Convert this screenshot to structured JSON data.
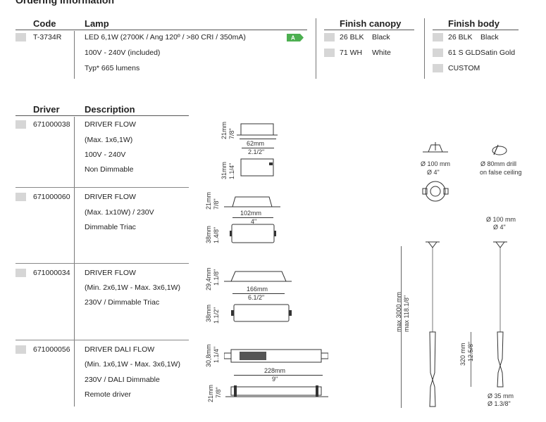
{
  "title": "Ordering information",
  "lamp_table": {
    "code_header": "Code",
    "lamp_header": "Lamp",
    "code": "T-3734R",
    "lines": [
      "LED 6,1W (2700K / Ang 120º / >80 CRI / 350mA)",
      "100V - 240V (included)",
      "Typ* 665 lumens"
    ],
    "energy_class": "A"
  },
  "finish_canopy": {
    "header": "Finish canopy",
    "options": [
      {
        "code": "26 BLK",
        "name": "Black"
      },
      {
        "code": "71 WH",
        "name": "White"
      }
    ]
  },
  "finish_body": {
    "header": "Finish body",
    "options": [
      {
        "code": "26 BLK",
        "name": "Black"
      },
      {
        "code": "61 S GLD",
        "name": "Satin Gold"
      },
      {
        "code": "CUSTOM",
        "name": ""
      }
    ]
  },
  "driver_table": {
    "driver_header": "Driver",
    "desc_header": "Description",
    "drivers": [
      {
        "code": "671000038",
        "lines": [
          "DRIVER FLOW",
          "(Max. 1x6,1W)",
          "100V - 240V",
          "Non Dimmable"
        ],
        "dims": {
          "w_mm": "62mm",
          "w_in": "2.1/2\"",
          "h1_mm": "21mm",
          "h1_in": "7/8\"",
          "h2_mm": "31mm",
          "h2_in": "1.1/4\""
        }
      },
      {
        "code": "671000060",
        "lines": [
          "DRIVER FLOW",
          "(Max. 1x10W) / 230V",
          "Dimmable Triac"
        ],
        "dims": {
          "w_mm": "102mm",
          "w_in": "4\"",
          "h1_mm": "21mm",
          "h1_in": "7/8\"",
          "h2_mm": "38mm",
          "h2_in": "1.4/8\""
        }
      },
      {
        "code": "671000034",
        "lines": [
          "DRIVER FLOW",
          "(Min. 2x6,1W - Max. 3x6,1W)",
          "230V / Dimmable Triac"
        ],
        "dims": {
          "w_mm": "166mm",
          "w_in": "6.1/2\"",
          "h1_mm": "29,4mm",
          "h1_in": "1.1/8\"",
          "h2_mm": "38mm",
          "h2_in": "1.1/2\""
        }
      },
      {
        "code": "671000056",
        "lines": [
          "DRIVER DALI FLOW",
          "(Min. 1x6,1W - Max. 3x6,1W)",
          "230V / DALI Dimmable",
          "Remote driver"
        ],
        "dims": {
          "w_mm": "228mm",
          "w_in": "9\"",
          "h1_mm": "30,8mm",
          "h1_in": "1.1/4\"",
          "h2_mm": "21mm",
          "h2_in": "7/8\""
        }
      }
    ]
  },
  "product_dims": {
    "canopy_mm": "Ø 100 mm",
    "canopy_in": "Ø 4\"",
    "drill": "Ø 80mm drill",
    "drill_note": "on false ceiling",
    "canopy2_mm": "Ø 100 mm",
    "canopy2_in": "Ø 4\"",
    "cable_mm": "max 3000 mm",
    "cable_in": "max 118.1/8\"",
    "body_mm": "320 mm",
    "body_in": "12.5/8\"",
    "base_mm": "Ø 35 mm",
    "base_in": "Ø 1.3/8\""
  }
}
